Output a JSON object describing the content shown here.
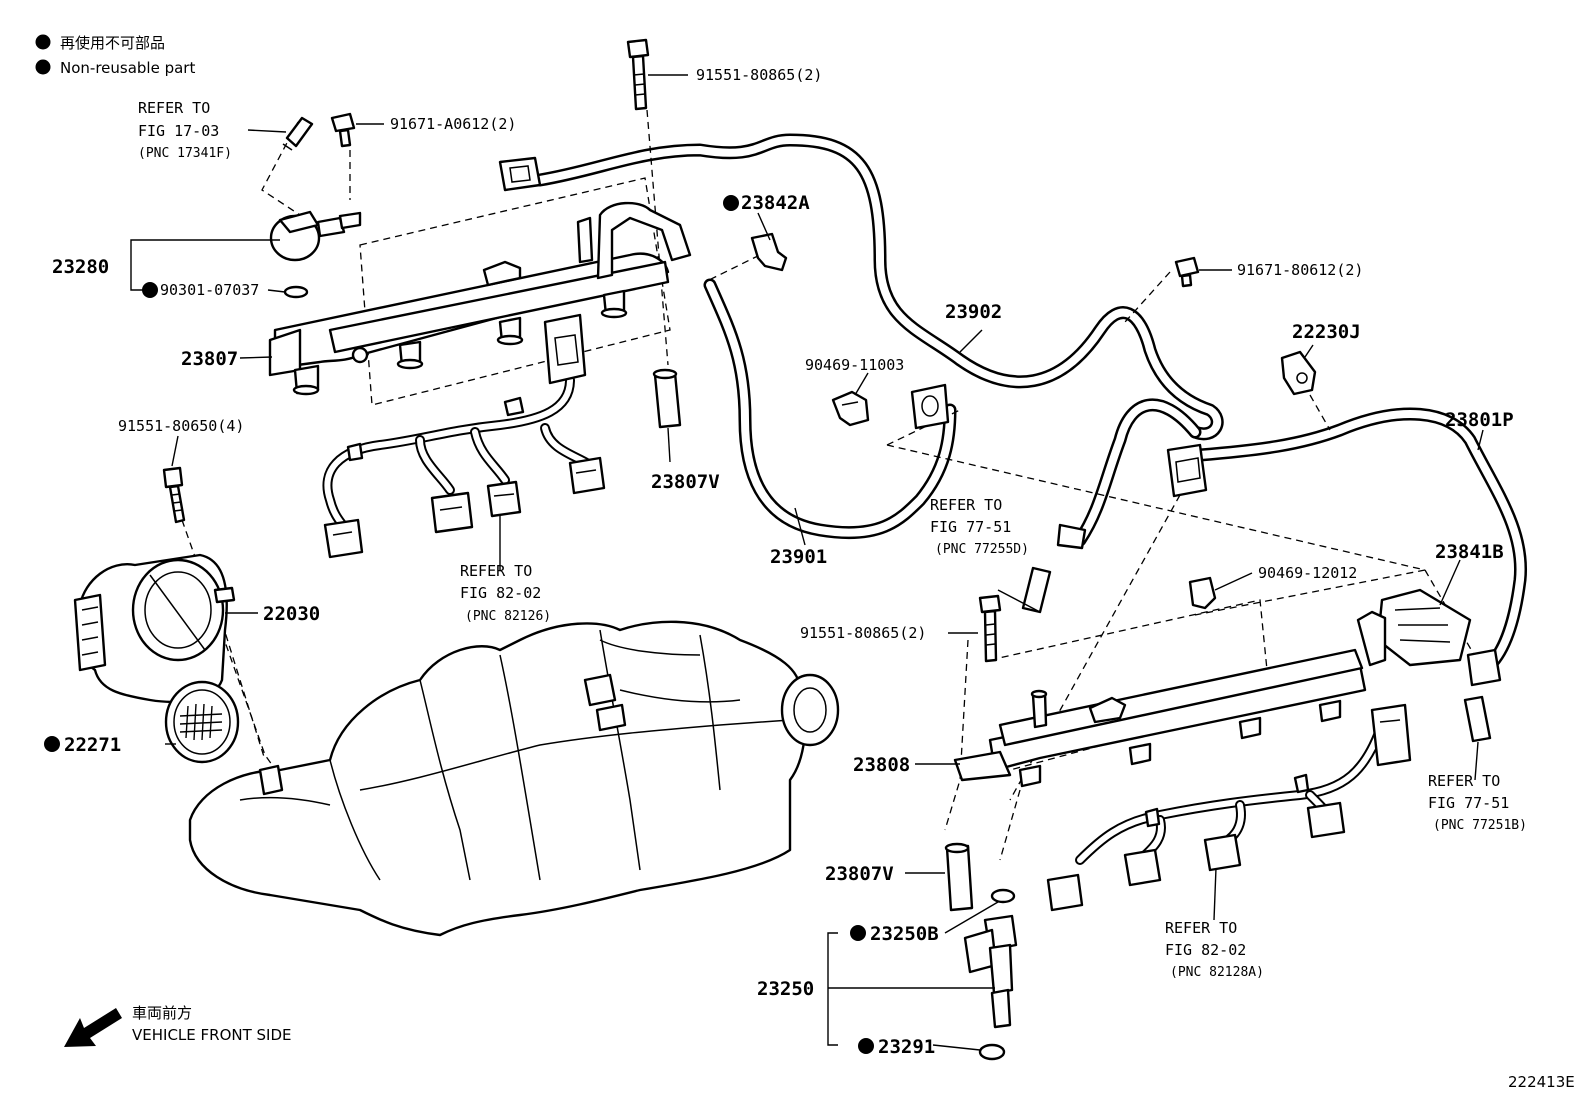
{
  "legend": {
    "jp": "再使用不可部品",
    "en": "Non-reusable part"
  },
  "front_side": {
    "jp": "車両前方",
    "en": "VEHICLE FRONT SIDE"
  },
  "figure_id": "222413E",
  "labels": {
    "p91551_80865_top": "91551-80865(2)",
    "p91671_a0612": "91671-A0612(2)",
    "p23842a": "23842A",
    "p23280": "23280",
    "p90301_07037": "90301-07037",
    "p23807": "23807",
    "p91671_80612": "91671-80612(2)",
    "p23902": "23902",
    "p22230j": "22230J",
    "p90469_11003": "90469-11003",
    "p23801p": "23801P",
    "p91551_80650": "91551-80650(4)",
    "p23807v_top": "23807V",
    "p23901": "23901",
    "p22030": "22030",
    "p23841b": "23841B",
    "p90469_12012": "90469-12012",
    "p91551_80865_mid": "91551-80865(2)",
    "p22271": "22271",
    "p23808": "23808",
    "p23807v_bot": "23807V",
    "p23250b": "23250B",
    "p23250": "23250",
    "p23291": "23291"
  },
  "refs": {
    "fig17": {
      "l1": "REFER TO",
      "l2": "FIG 17-03",
      "l3": "(PNC 17341F)"
    },
    "fig82a": {
      "l1": "REFER TO",
      "l2": "FIG 82-02",
      "l3": "(PNC 82126)"
    },
    "fig77d": {
      "l1": "REFER TO",
      "l2": "FIG 77-51",
      "l3": "(PNC 77255D)"
    },
    "fig77b": {
      "l1": "REFER TO",
      "l2": "FIG 77-51",
      "l3": "(PNC 77251B)"
    },
    "fig82b": {
      "l1": "REFER TO",
      "l2": "FIG 82-02",
      "l3": "(PNC 82128A)"
    }
  }
}
